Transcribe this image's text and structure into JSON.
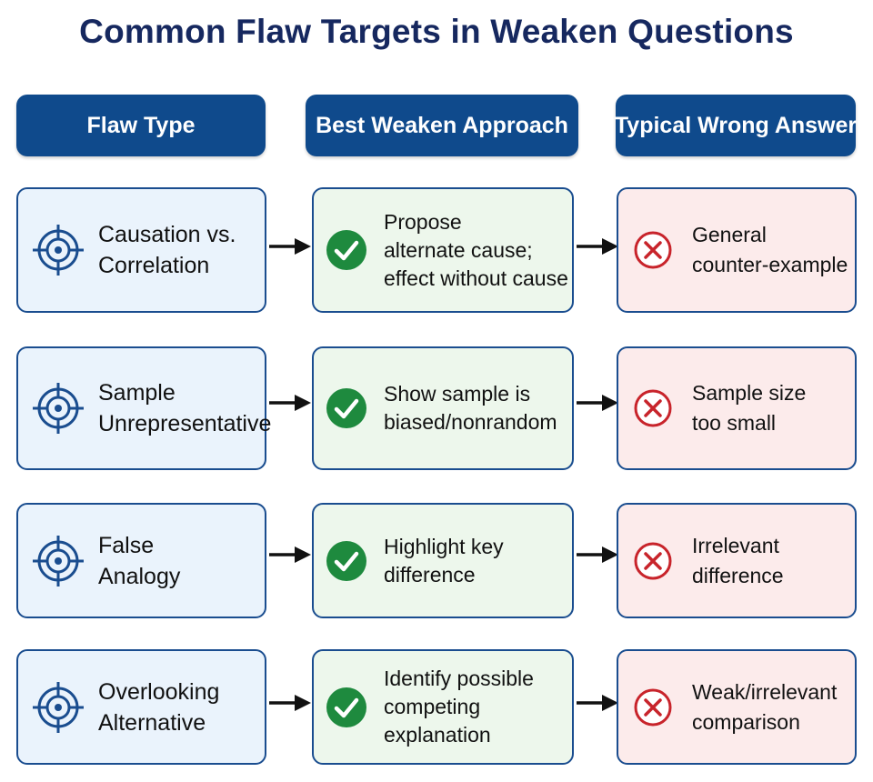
{
  "title": "Common Flaw Targets in Weaken Questions",
  "headers": {
    "flaw_type": "Flaw Type",
    "best_approach": "Best Weaken Approach",
    "wrong_answer": "Typical Wrong Answer"
  },
  "colors": {
    "header_bg": "#0f4a8c",
    "title": "#16285f",
    "flaw_card_bg": "#eaf3fc",
    "best_card_bg": "#edf7ec",
    "wrong_card_bg": "#fcebeb",
    "check_green": "#1e8a3e",
    "cross_red": "#c8242b",
    "target_blue": "#1a4d8f"
  },
  "icons": {
    "flaw": "target-icon",
    "best": "check-circle-icon",
    "wrong": "x-circle-icon",
    "connector": "arrow-right-icon"
  },
  "rows": [
    {
      "flaw": [
        "Causation vs.",
        "Correlation"
      ],
      "best": [
        "Propose",
        "alternate cause;",
        "effect without cause"
      ],
      "wrong": [
        "General",
        "counter-example"
      ]
    },
    {
      "flaw": [
        "Sample",
        "Unrepresentative"
      ],
      "best": [
        "Show sample is",
        "biased/nonrandom"
      ],
      "wrong": [
        "Sample size",
        "too small"
      ]
    },
    {
      "flaw": [
        "False",
        "Analogy"
      ],
      "best": [
        "Highlight key",
        "difference"
      ],
      "wrong": [
        "Irrelevant",
        "difference"
      ]
    },
    {
      "flaw": [
        "Overlooking",
        "Alternative"
      ],
      "best": [
        "Identify possible",
        "competing",
        "explanation"
      ],
      "wrong": [
        "Weak/irrelevant",
        "comparison"
      ]
    }
  ]
}
